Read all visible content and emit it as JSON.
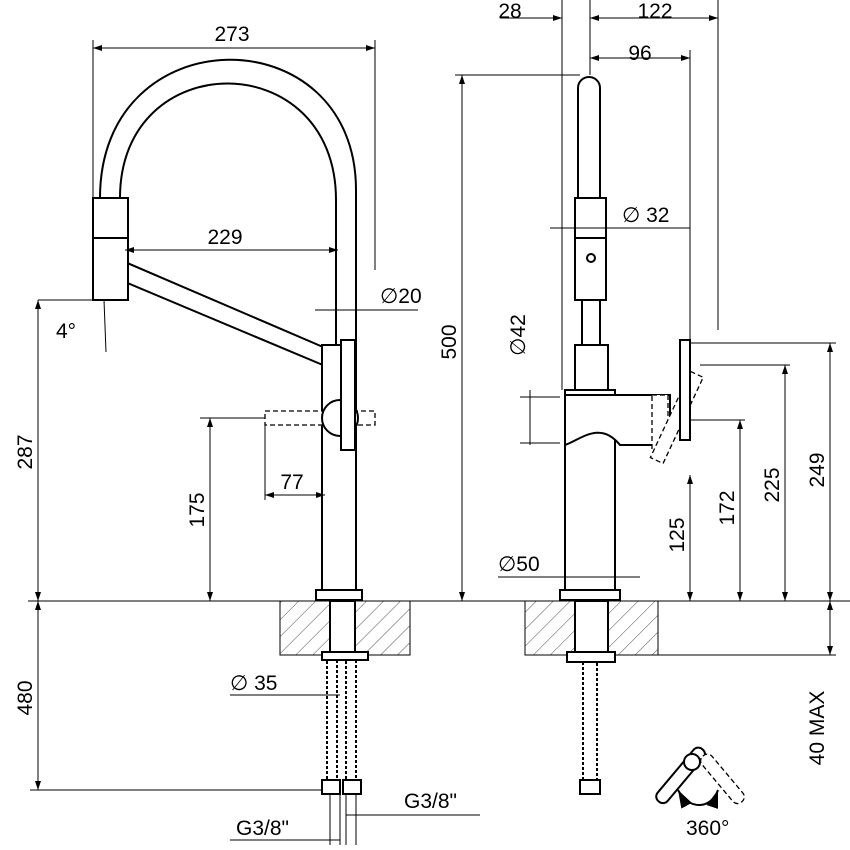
{
  "title": "Kitchen mixer with pull-out spout technical drawing",
  "side_view": {
    "spout_reach": "273",
    "head_to_column": "229",
    "spout_diameter": "∅20",
    "head_angle": "4°",
    "spout_height": "287",
    "lever_height": "175",
    "lever_offset": "77",
    "hose_length": "480",
    "shank_diameter": "∅ 35",
    "hose_thread_left": "G3/8\"",
    "hose_thread_right": "G3/8\""
  },
  "front_view": {
    "offset_top_left": "28",
    "offset_top_right": "122",
    "lever_reach": "96",
    "head_diameter": "∅ 32",
    "neck_diameter": "∅42",
    "total_height": "500",
    "base_diameter": "∅50",
    "body_height": "125",
    "lever_h1": "172",
    "lever_h2": "225",
    "lever_h3": "249",
    "counter_thickness": "40 MAX",
    "rotation": "360°"
  }
}
